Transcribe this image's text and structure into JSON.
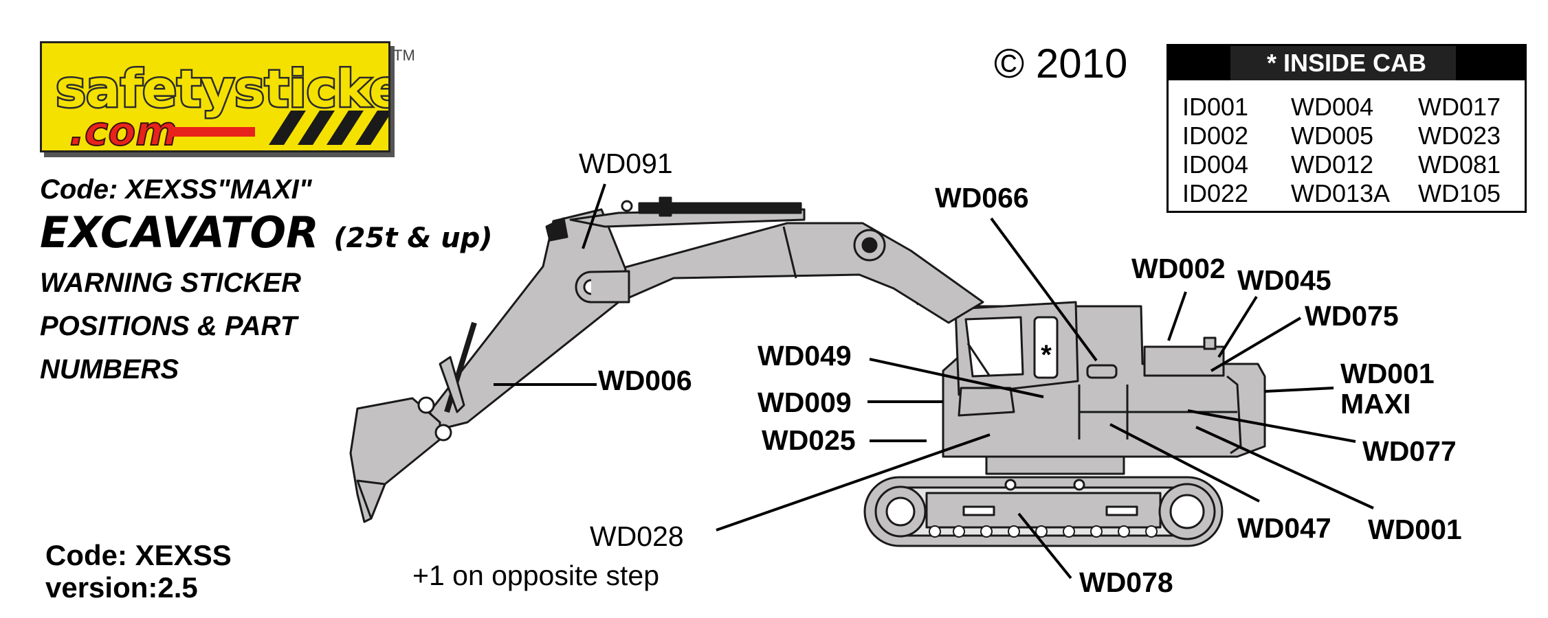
{
  "logo": {
    "line1": "safetysticker",
    "line2": ".com",
    "trademark": "TM",
    "colors": {
      "background": "#f5e100",
      "text": "#f5e100",
      "text_outline": "#2b2b2b",
      "com_text": "#e8231b",
      "stripes": "#1a1a1a"
    }
  },
  "copyright": "© 2010",
  "header": {
    "code_line": "Code: XEXSS\"MAXI\"",
    "title": "EXCAVATOR",
    "title_suffix": "(25t & up)",
    "subtitle_lines": [
      "WARNING STICKER",
      "POSITIONS & PART",
      "NUMBERS"
    ]
  },
  "footer": {
    "code": "Code: XEXSS",
    "version": "version:2.5"
  },
  "inside_cab": {
    "title": "* INSIDE CAB",
    "rows": [
      [
        "ID001",
        "WD004",
        "WD017"
      ],
      [
        "ID002",
        "WD005",
        "WD023"
      ],
      [
        "ID004",
        "WD012",
        "WD081"
      ],
      [
        "ID022",
        "WD013A",
        "WD105"
      ]
    ]
  },
  "diagram": {
    "cab_marker": "*",
    "labels": {
      "wd091": "WD091",
      "wd066": "WD066",
      "wd002": "WD002",
      "wd045": "WD045",
      "wd075": "WD075",
      "wd001_maxi_1": "WD001",
      "wd001_maxi_2": "MAXI",
      "wd049": "WD049",
      "wd009": "WD009",
      "wd025": "WD025",
      "wd006": "WD006",
      "wd077": "WD077",
      "wd047": "WD047",
      "wd001": "WD001",
      "wd028": "WD028",
      "wd028_note": "+1 on opposite step",
      "wd078": "WD078"
    }
  },
  "colors": {
    "machine_fill": "#c3c1c1",
    "outline": "#1a1a1a",
    "background": "#ffffff"
  }
}
